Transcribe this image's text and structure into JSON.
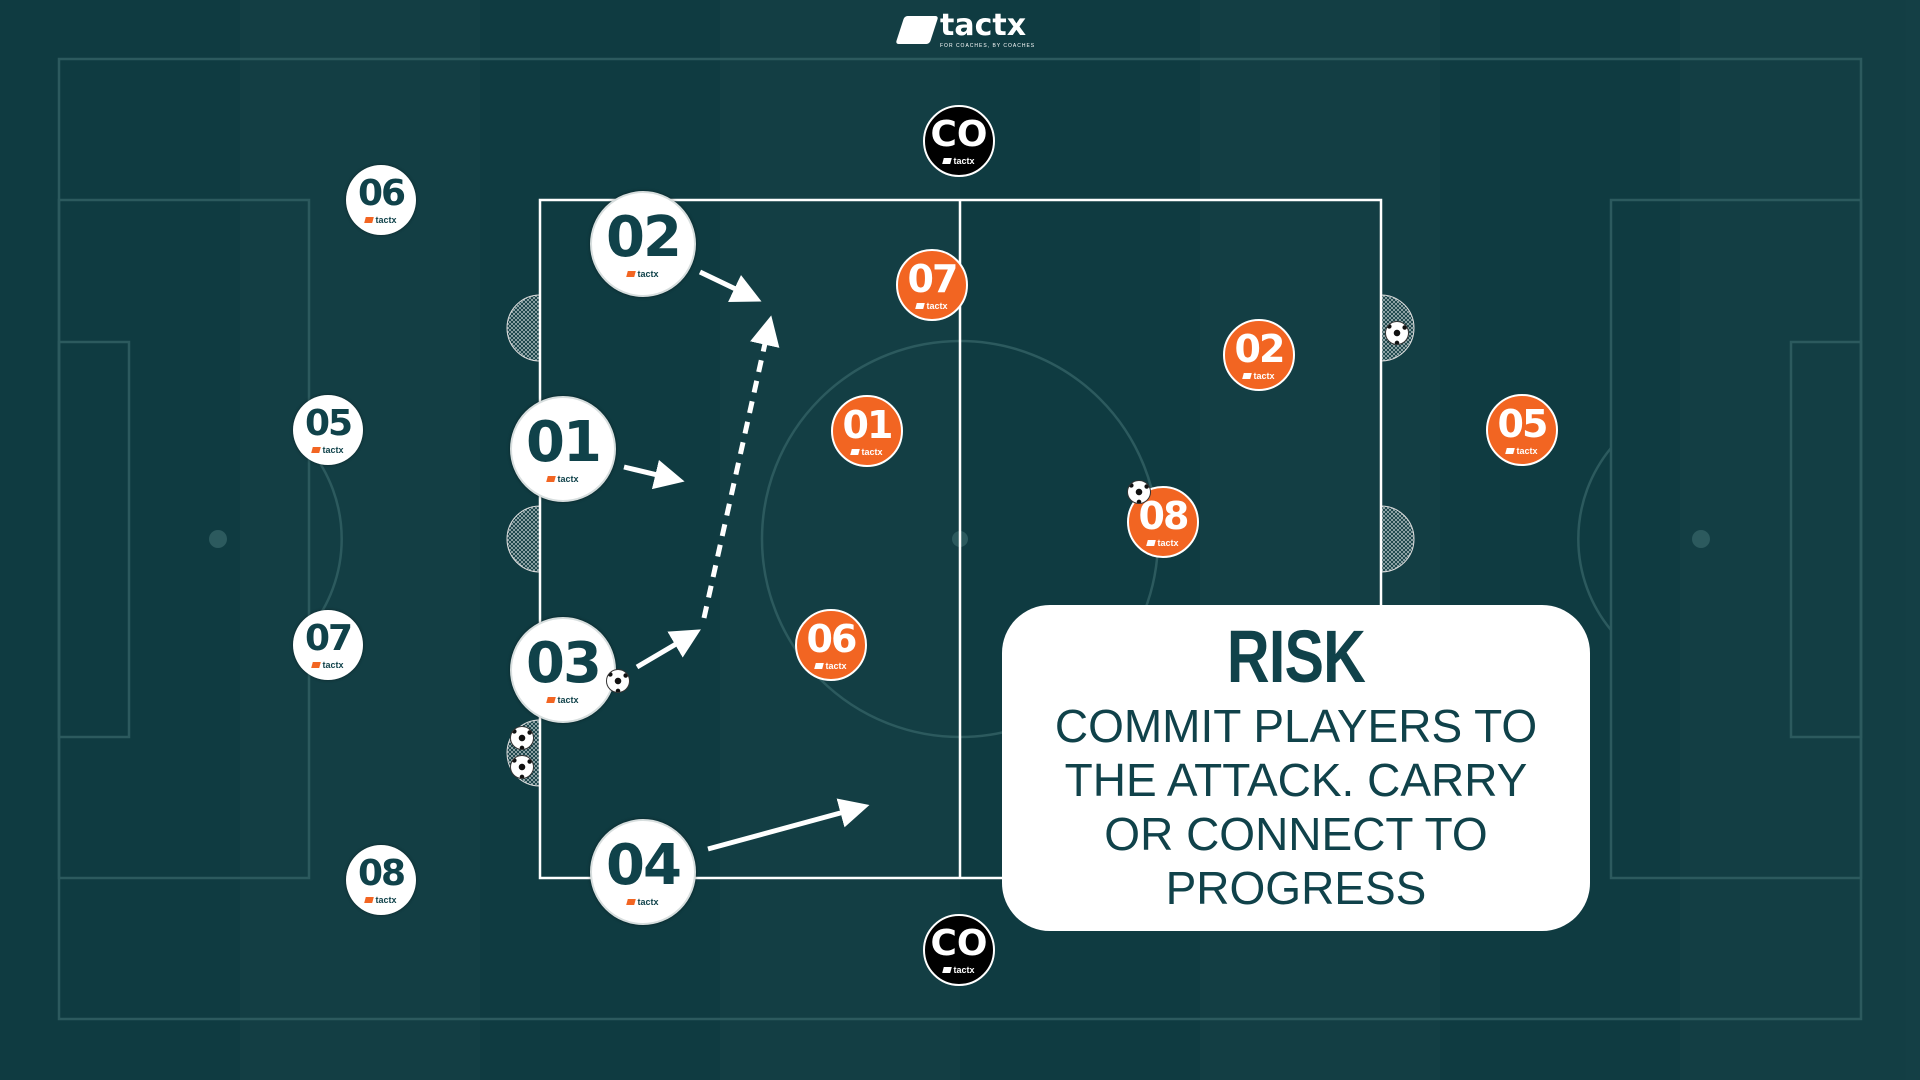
{
  "logo": {
    "name": "tactx",
    "tagline": "FOR COACHES, BY COACHES"
  },
  "colors": {
    "background": "#0f3b41",
    "team_white": "#ffffff",
    "team_orange": "#f26522",
    "coach": "#000000",
    "text": "#10424a"
  },
  "attackers": [
    {
      "number": "02",
      "brand": "tactx"
    },
    {
      "number": "01",
      "brand": "tactx"
    },
    {
      "number": "03",
      "brand": "tactx"
    },
    {
      "number": "04",
      "brand": "tactx"
    },
    {
      "number": "06",
      "brand": "tactx"
    },
    {
      "number": "05",
      "brand": "tactx"
    },
    {
      "number": "07",
      "brand": "tactx"
    },
    {
      "number": "08",
      "brand": "tactx"
    }
  ],
  "defenders": [
    {
      "number": "07",
      "brand": "tactx"
    },
    {
      "number": "01",
      "brand": "tactx"
    },
    {
      "number": "06",
      "brand": "tactx"
    },
    {
      "number": "02",
      "brand": "tactx"
    },
    {
      "number": "08",
      "brand": "tactx"
    },
    {
      "number": "05",
      "brand": "tactx"
    }
  ],
  "coaches": [
    {
      "label": "CO",
      "brand": "tactx"
    },
    {
      "label": "CO",
      "brand": "tactx"
    }
  ],
  "info_box": {
    "title": "RISK",
    "lines": [
      "COMMIT PLAYERS TO",
      "THE ATTACK. CARRY",
      "OR CONNECT TO",
      "PROGRESS"
    ]
  }
}
